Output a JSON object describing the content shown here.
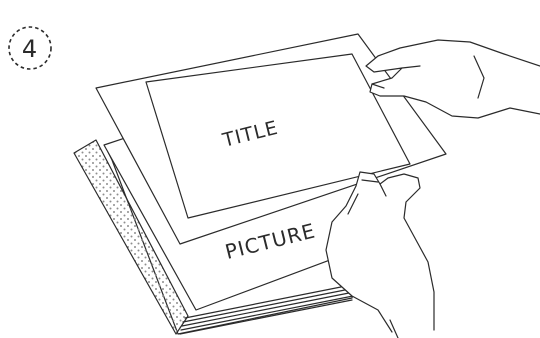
{
  "step": {
    "number": "4"
  },
  "labels": {
    "title": "TITLE",
    "picture": "PICTURE"
  }
}
